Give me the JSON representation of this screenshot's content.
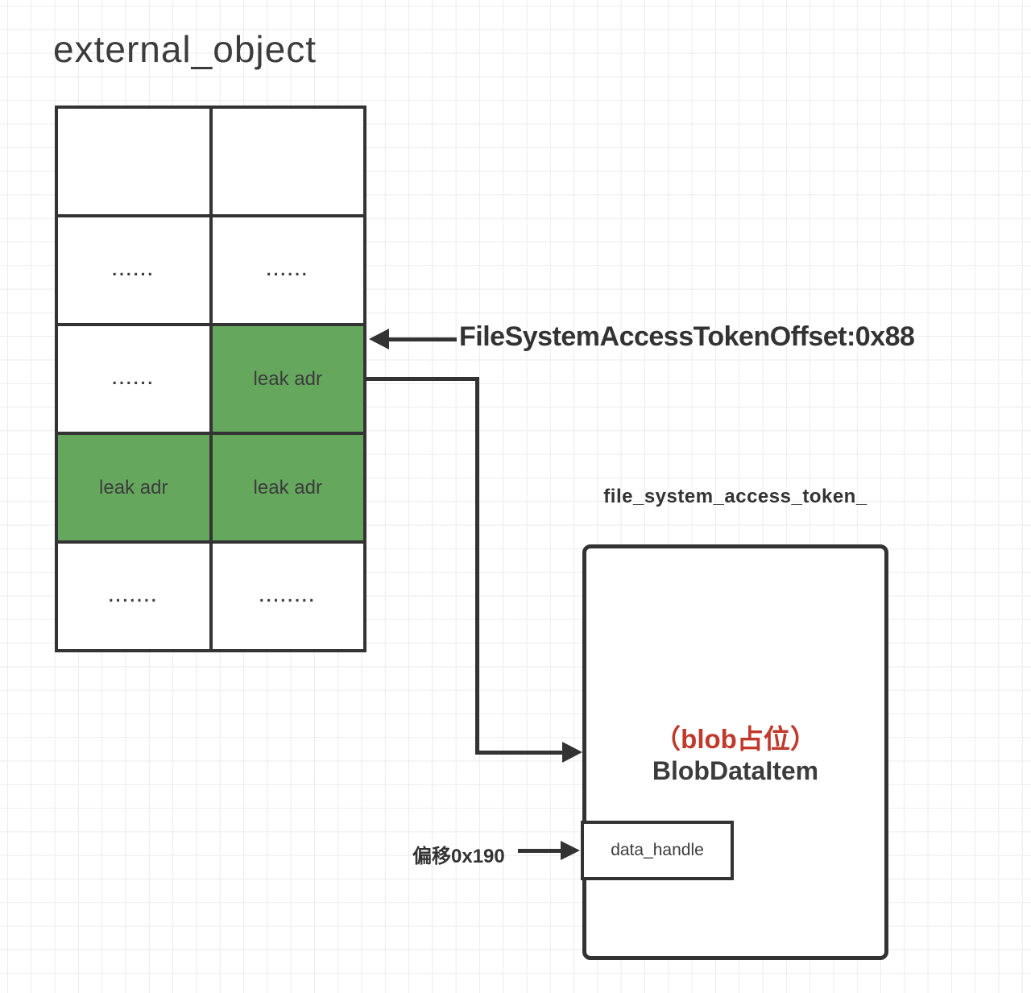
{
  "colors": {
    "green": "#66a75e",
    "red": "#c0392b",
    "stroke": "#333333",
    "grid": "#ececec",
    "text": "#3c3c3c"
  },
  "title": "external_object",
  "table": {
    "rows": [
      [
        {
          "text": "",
          "green": "false"
        },
        {
          "text": "",
          "green": "false"
        }
      ],
      [
        {
          "text": "......",
          "green": "false"
        },
        {
          "text": "......",
          "green": "false"
        }
      ],
      [
        {
          "text": "......",
          "green": "false"
        },
        {
          "text": "leak adr",
          "green": "true"
        }
      ],
      [
        {
          "text": "leak adr",
          "green": "true"
        },
        {
          "text": "leak adr",
          "green": "true"
        }
      ],
      [
        {
          "text": ".......",
          "green": "false"
        },
        {
          "text": "........",
          "green": "false"
        }
      ]
    ]
  },
  "annotations": {
    "offset_arrow_label": "FileSystemAccessTokenOffset:0x88",
    "token_struct_label": "file_system_access_token_",
    "field_offset_label": "偏移0x190"
  },
  "token_box": {
    "placeholder": "（blob占位）",
    "class_name": "BlobDataItem",
    "field": "data_handle"
  }
}
